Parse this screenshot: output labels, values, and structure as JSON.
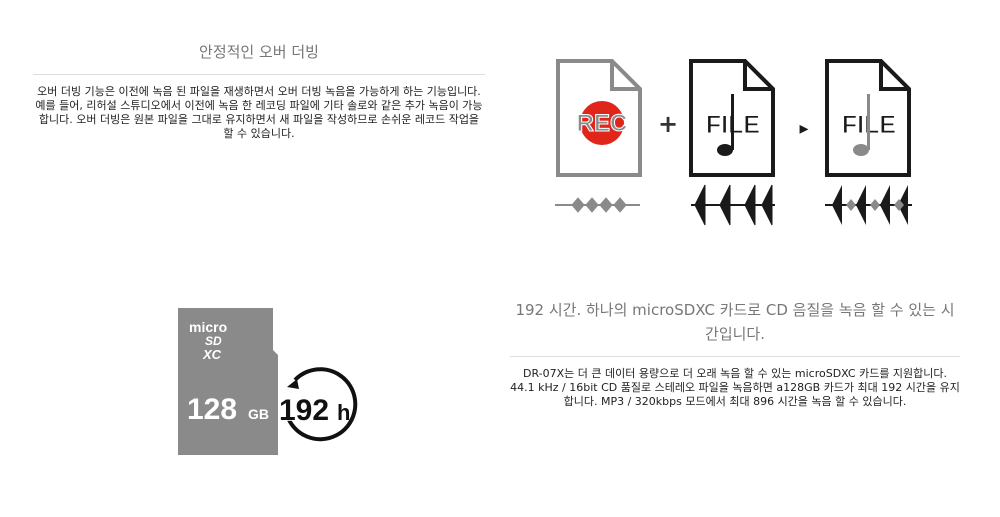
{
  "overdub": {
    "title": "안정적인 오버 더빙",
    "description": "오버 더빙 기능은 이전에 녹음 된 파일을 재생하면서 오버 더빙 녹음을 가능하게 하는 기능입니다. 예를 들어, 리허설 스튜디오에서 이전에 녹음 한 레코딩 파일에 기타 솔로와 같은 추가 녹음이 가능합니다. 오버 더빙은 원본 파일을 그대로 유지하면서 새 파일을 작성하므로 손쉬운 레코드 작업을 할 수 있습니다.",
    "diagram": {
      "rec_label": "REC",
      "file_label": "FILE",
      "plus": "+",
      "arrow": "▸"
    }
  },
  "recording_time": {
    "title": "192 시간. 하나의 microSDXC 카드로 CD 음질을 녹음 할 수 있는 시간입니다.",
    "description": "DR-07X는 더 큰 데이터 용량으로 더 오래 녹음 할 수 있는 microSDXC 카드를 지원합니다. 44.1 kHz / 16bit CD 품질로 스테레오 파일을 녹음하면 a128GB 카드가 최대 192 시간을 유지합니다. MP3 / 320kbps 모드에서 최대 896 시간을 녹음 할 수 있습니다.",
    "card": {
      "logo_top": "micro",
      "logo_sd": "SD",
      "logo_xc": "XC",
      "capacity": "128",
      "unit": "GB",
      "hours": "192",
      "hours_unit": "h"
    }
  },
  "colors": {
    "gray": "#8a8a8a",
    "red": "#e0261b",
    "dark": "#1a1a1a"
  }
}
